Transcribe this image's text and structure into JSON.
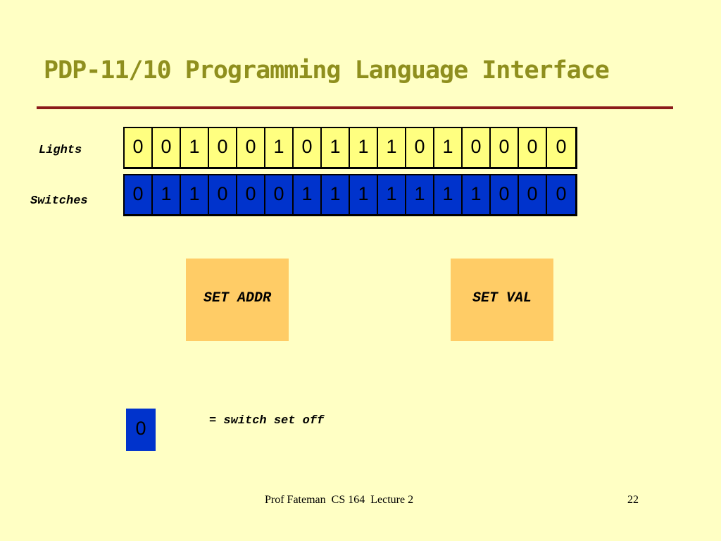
{
  "slide": {
    "title": "PDP-11/10 Programming Language Interface",
    "lights_label": "Lights",
    "switches_label": "Switches",
    "lights": [
      "0",
      "0",
      "1",
      "0",
      "0",
      "1",
      "0",
      "1",
      "1",
      "1",
      "0",
      "1",
      "0",
      "0",
      "0",
      "0"
    ],
    "switches": [
      "0",
      "1",
      "1",
      "0",
      "0",
      "0",
      "1",
      "1",
      "1",
      "1",
      "1",
      "1",
      "1",
      "0",
      "0",
      "0"
    ],
    "buttons": {
      "set_addr": "SET ADDR",
      "set_val": "SET VAL"
    },
    "legend": {
      "symbol": "0",
      "text": "= switch set off"
    },
    "footer": "Prof Fateman  CS 164  Lecture 2",
    "page_number": "22"
  },
  "colors": {
    "background": "#FFFFC4",
    "title": "#8F8F1E",
    "rule": "#8B1A1A",
    "light_cell": "#FFFF80",
    "switch_cell": "#0033CC",
    "button": "#FFCC66"
  }
}
